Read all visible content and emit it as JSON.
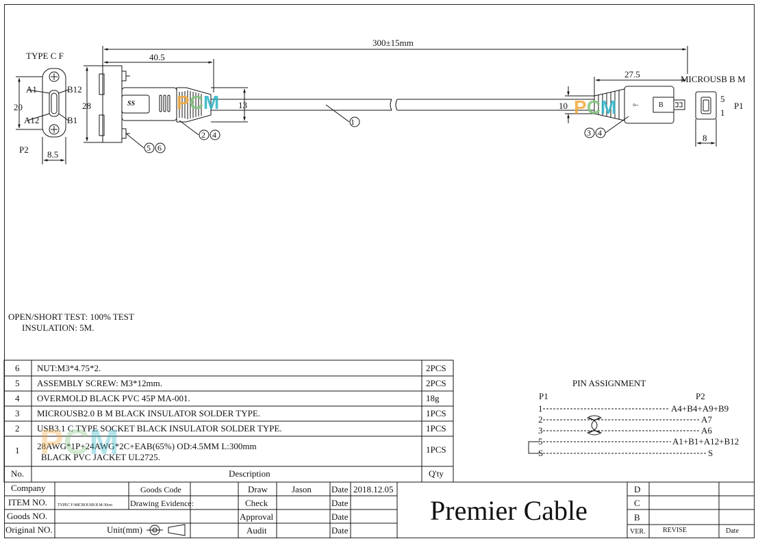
{
  "drawing": {
    "left_connector_label": "TYPE C F",
    "right_connector_label": "MICROUSB B M",
    "dims": {
      "overall": "300±15mm",
      "left_length": "40.5",
      "right_length": "27.5",
      "left_height": "20",
      "left_body_height": "28",
      "left_mold_height": "13",
      "right_mold_height": "10",
      "left_width": "8.5",
      "right_width": "8"
    },
    "left_pins": {
      "a1": "A1",
      "b12": "B12",
      "a12": "A12",
      "b1": "B1"
    },
    "left_port": "P2",
    "right_port": "P1",
    "right_pins": {
      "top": "5",
      "bottom": "1"
    },
    "callouts": {
      "cable": "①",
      "left_mold": "②④",
      "right_mold": "③④",
      "screws": "⑤⑥"
    },
    "usb_logo": "SS",
    "micro_b_letter": "B",
    "watermark": {
      "p": "P",
      "c": "C",
      "m": "M"
    }
  },
  "notes": [
    "OPEN/SHORT TEST: 100% TEST",
    "INSULATION: 5M."
  ],
  "bom": {
    "rows": [
      {
        "no": "6",
        "desc": "NUT:M3*4.75*2.",
        "qty": "2PCS"
      },
      {
        "no": "5",
        "desc": "ASSEMBLY SCREW: M3*12mm.",
        "qty": "2PCS"
      },
      {
        "no": "4",
        "desc": "OVERMOLD BLACK PVC 45P MA-001.",
        "qty": "18g"
      },
      {
        "no": "3",
        "desc": "MICROUSB2.0 B M BLACK INSULATOR SOLDER TYPE.",
        "qty": "1PCS"
      },
      {
        "no": "2",
        "desc": "USB3.1 C TYPE SOCKET BLACK INSULATOR SOLDER TYPE.",
        "qty": "1PCS"
      },
      {
        "no": "1",
        "desc": "28AWG*1P+24AWG*2C+EAB(65%)  OD:4.5MM   L:300mm",
        "desc2": "BLACK PVC JACKET UL2725.",
        "qty": "1PCS"
      }
    ],
    "header": {
      "no": "No.",
      "desc": "Description",
      "qty": "Q'ty"
    }
  },
  "pin_assignment": {
    "title": "PIN ASSIGNMENT",
    "left_header": "P1",
    "right_header": "P2",
    "lines": [
      {
        "left": "1",
        "right": "A4+B4+A9+B9"
      },
      {
        "left": "2",
        "right": "A7"
      },
      {
        "left": "3",
        "right": "A6"
      },
      {
        "left": "5",
        "right": "A1+B1+A12+B12"
      },
      {
        "left": "S",
        "right": "S"
      }
    ]
  },
  "title_block": {
    "company": "Company",
    "goods_code": "Goods Code",
    "item_no": "ITEM NO.",
    "item_value": "TYPEC F-MICROUSB B M-30cm",
    "drawing_evidence": "Drawing Evidence:",
    "goods_no": "Goods NO.",
    "original_no": "Original NO.",
    "unit": "Unit(mm)",
    "draw": "Draw",
    "drawer": "Jason",
    "check": "Check",
    "approval": "Approval",
    "audit": "Audit",
    "date": "Date",
    "date_value": "2018.12.05",
    "brand": "Premier Cable",
    "rev_d": "D",
    "rev_c": "C",
    "rev_b": "B",
    "ver": "VER.",
    "revise": "REVISE",
    "rev_date": "Date"
  }
}
